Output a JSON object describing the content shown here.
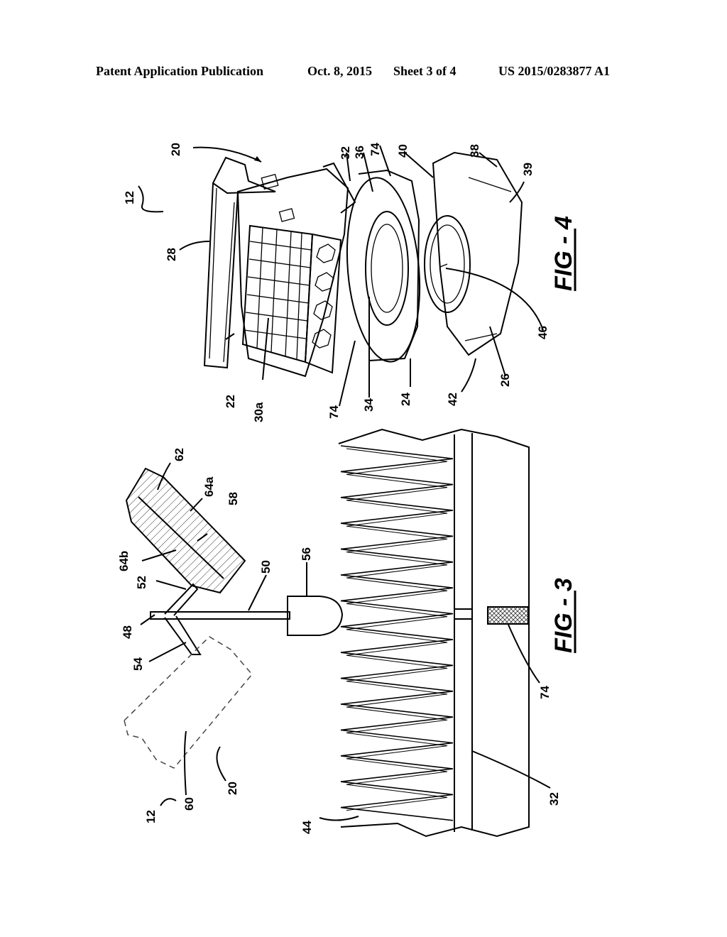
{
  "header": {
    "publication": "Patent Application Publication",
    "date": "Oct. 8, 2015",
    "sheet": "Sheet 3 of 4",
    "number": "US 2015/0283877 A1"
  },
  "fig4": {
    "caption": "FIG - 4",
    "labels": {
      "l20": "20",
      "l12": "12",
      "l28": "28",
      "l22": "22",
      "l30a": "30a",
      "l74a": "74",
      "l34": "34",
      "l24": "24",
      "l42": "42",
      "l26": "26",
      "l46": "46",
      "l39": "39",
      "l38": "38",
      "l40": "40",
      "l74b": "74",
      "l36": "36",
      "l32": "32"
    }
  },
  "fig3": {
    "caption": "FIG - 3",
    "labels": {
      "l62": "62",
      "l64a": "64a",
      "l58": "58",
      "l64b": "64b",
      "l52": "52",
      "l50": "50",
      "l56": "56",
      "l48": "48",
      "l54": "54",
      "l12": "12",
      "l60": "60",
      "l20": "20",
      "l44": "44",
      "l74": "74",
      "l32": "32"
    }
  }
}
